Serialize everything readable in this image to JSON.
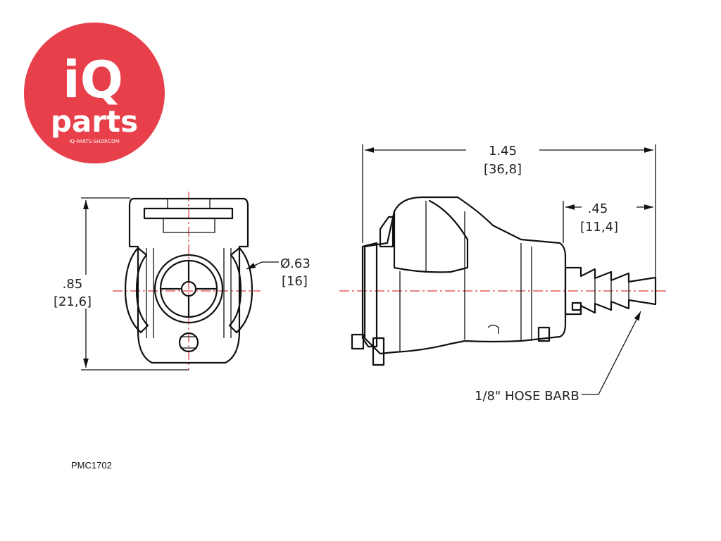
{
  "logo": {
    "line1": "iQ",
    "line2": "parts",
    "tagline": "IQ-PARTS-SHOP.COM",
    "color": "#e8404b"
  },
  "front_view": {
    "height_in": ".85",
    "height_mm": "[21,6]",
    "diameter_in": "Ø.63",
    "diameter_mm": "[16]"
  },
  "side_view": {
    "length_in": "1.45",
    "length_mm": "[36,8]",
    "barb_length_in": ".45",
    "barb_length_mm": "[11,4]",
    "hose_barb_label": "1/8\" HOSE BARB"
  },
  "part_number": "PMC1702",
  "colors": {
    "outline": "#111111",
    "centerline": "#e03a3a",
    "logo_red": "#e8404b"
  }
}
